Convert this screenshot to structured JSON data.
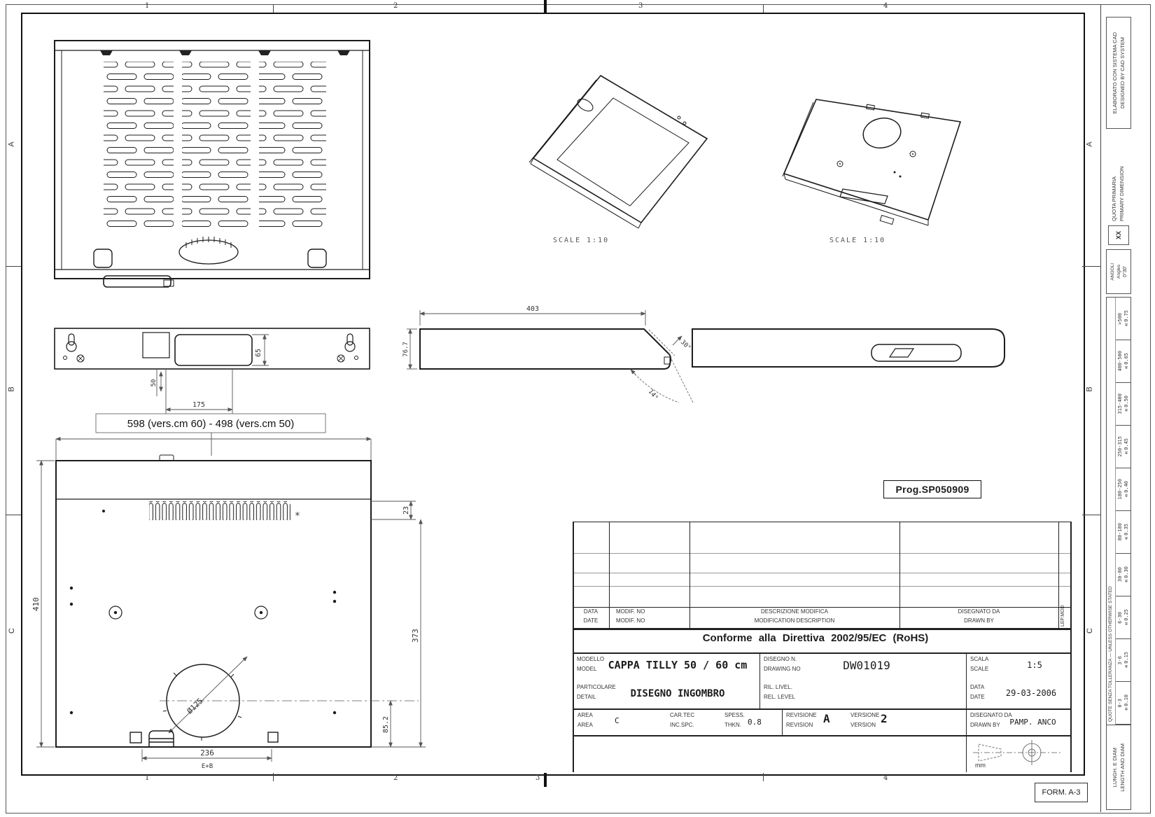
{
  "sheet": {
    "form": "FORM. A-3",
    "units": "mm",
    "prog": "Prog.SP050909",
    "zones_top": [
      "1",
      "2",
      "3",
      "4"
    ],
    "zones_bottom": [
      "1",
      "2",
      "3",
      "4"
    ],
    "rows_letters": [
      "A",
      "B",
      "C"
    ]
  },
  "views": {
    "iso1_scale": "SCALE 1:10",
    "iso2_scale": "SCALE 1:10"
  },
  "dims": {
    "overall": "598 (vers.cm 60) - 498 (vers.cm 50)",
    "depth": "403",
    "height": "76.7",
    "angle_top": "30°",
    "angle_bottom": "14°",
    "rear_width": "175",
    "rear_offset": "50",
    "box_height": "65",
    "left_height": "410",
    "slot_band": "23",
    "mid_height": "373",
    "outlet_offset": "85.2",
    "hole_dia": "Ø125",
    "bottom_width": "236",
    "bottom_note": "E+B",
    "datum_star": "*"
  },
  "titleblock": {
    "data_it": "DATA",
    "data_en": "DATE",
    "modif_it": "MODIF. NO",
    "modif_en": "MODIF. NO",
    "desc_it": "DESCRIZIONE MODIFICA",
    "desc_en": "MODIFICATION DESCRIPTION",
    "drawn_hdr_it": "DISEGNATO DA",
    "drawn_hdr_en": "DRAWN BY",
    "lep": "LEP.MOD",
    "conformity": "Conforme alla Direttiva 2002/95/EC (RoHS)",
    "modello_it": "MODELLO",
    "modello_en": "MODEL",
    "model_value": "CAPPA TILLY 50 / 60 cm",
    "particolare_it": "PARTICOLARE",
    "particolare_en": "DETAIL",
    "detail_value": "DISEGNO INGOMBRO",
    "disegno_it": "DISEGNO N.",
    "disegno_en": "DRAWING NO",
    "drawing_no": "DW01019",
    "ril_it": "RIL. LIVEL.",
    "ril_en": "REL. LEVEL",
    "scala_it": "SCALA",
    "scala_en": "SCALE",
    "scale_value": "1:5",
    "date_it": "DATA",
    "date_en": "DATE",
    "date_value": "29-03-2006",
    "area_it": "AREA",
    "area_en": "AREA",
    "area_value": "C",
    "cartec_it": "CAR.TEC",
    "cartec_en": "INC.SPC.",
    "spess_it": "SPESS.",
    "spess_en": "THKN.",
    "spess_value": "0.8",
    "revisione_it": "REVISIONE",
    "revisione_en": "REVISION",
    "revision_value": "A",
    "versione_it": "VERSIONE",
    "versione_en": "VERSION",
    "version_value": "2",
    "drawnby_it": "DISEGNATO DA",
    "drawnby_en": "DRAWN BY",
    "drawnby_value": "PAMP. ANCO"
  },
  "tolerances": {
    "cad_note_it": "ELABORATO CON SISTEMA CAD",
    "cad_note_en": "DESIGNED BY CAD SYSTEM",
    "primary_it": "QUOTA PRIMARIA",
    "primary_en": "PRIMARY DIMENSION",
    "primary_mark": "XX",
    "angles_it": "ANGOLI",
    "angles_en": "Angles",
    "angles_value": "0°30'",
    "caption_it": "QUOTE SENZA TOLLERANZA",
    "caption_en": "UNLESS OTHERWISE STATED",
    "footer_it": "LUNGH. E DIAM",
    "footer_en": "LENGTH AND DIAM",
    "rows": [
      {
        "range": ">500",
        "tol": "±0.75"
      },
      {
        "range": "400-500",
        "tol": "±0.65"
      },
      {
        "range": "315-400",
        "tol": "±0.50"
      },
      {
        "range": "250-315",
        "tol": "±0.45"
      },
      {
        "range": "180-250",
        "tol": "±0.40"
      },
      {
        "range": "80-180",
        "tol": "±0.35"
      },
      {
        "range": "30-80",
        "tol": "±0.30"
      },
      {
        "range": "6-30",
        "tol": "±0.25"
      },
      {
        "range": "3-6",
        "tol": "±0.15"
      },
      {
        "range": "0-3",
        "tol": "±0.10"
      }
    ]
  }
}
